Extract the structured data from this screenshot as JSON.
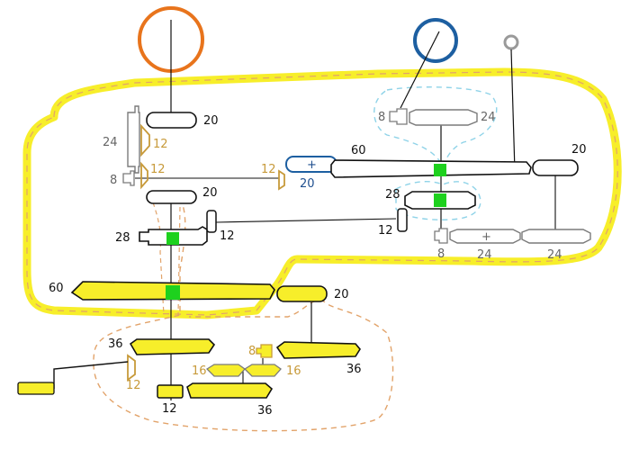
{
  "colors": {
    "highlight_yellow": "#f7ee2a",
    "orange_circle": "#e8741c",
    "blue_circle": "#1d5fa1",
    "grey_circle": "#9a9a9a",
    "green_mesh": "#1ed11e",
    "dashed_orange": "#e2a36a",
    "dashed_blue": "#8fd3e8",
    "tan_gear": "#c79a3a",
    "gear_grey": "#7a7a7a",
    "ink": "#111111"
  },
  "labels": {
    "g20_top": "20",
    "g24_left": "24",
    "g12_left_upper": "12",
    "g12_left_lower": "12",
    "g8_left": "8",
    "g20_mid": "20",
    "g12_center": "12",
    "g20_blue": "20",
    "g28_left": "28",
    "g12_arm": "12",
    "g60_upper": "60",
    "g20_right": "20",
    "g8_right_top": "8",
    "g24_right_top": "24",
    "g28_right": "28",
    "g12_right": "12",
    "g8_right_bottom": "8",
    "g24_right_bottom_a": "24",
    "g24_right_bottom_b": "24",
    "g60_lower": "60",
    "g20_lower_right": "20",
    "g36_left": "36",
    "g8_bottom": "8",
    "g36_right": "36",
    "g16_a": "16",
    "g16_b": "16",
    "g12_crank": "12",
    "g12_bottom": "12",
    "g36_bottom": "36",
    "plus_blue": "+",
    "plus_grey": "+"
  }
}
